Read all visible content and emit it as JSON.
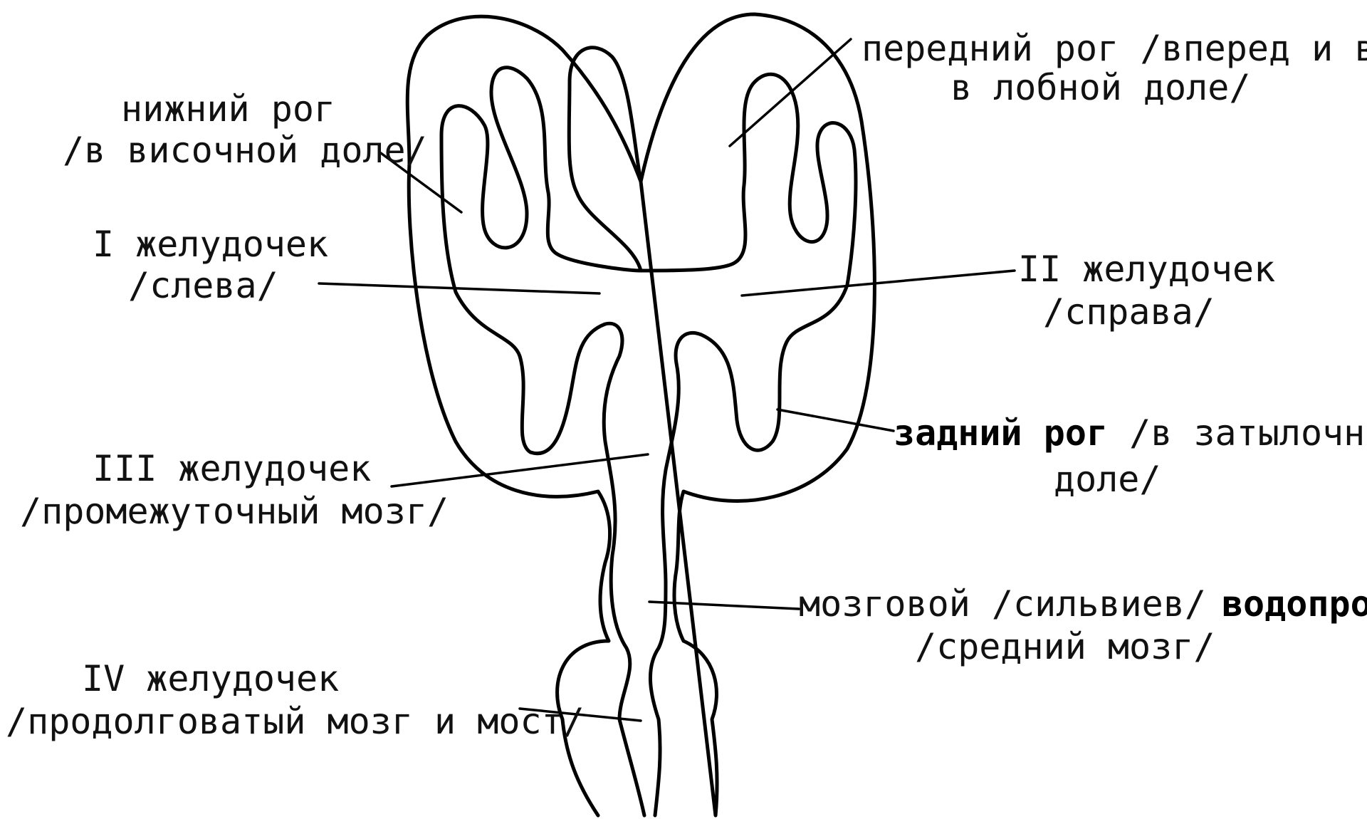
{
  "labels": {
    "anterior_horn": {
      "line1": "передний рог  /вперед и вниз",
      "line2": "в лобной доле/"
    },
    "inferior_horn": {
      "line1": "нижний рог",
      "line2": "/в височной доле/"
    },
    "first_ventricle": {
      "line1": "I желудочек",
      "line2": "/слева/"
    },
    "second_ventricle": {
      "line1": "II желудочек",
      "line2": "/справа/"
    },
    "posterior_horn": {
      "bold": "задний рог",
      "rest": " /в затылочной",
      "line2": "доле/"
    },
    "third_ventricle": {
      "line1": "III желудочек",
      "line2": "/промежуточный мозг/"
    },
    "aqueduct": {
      "part1": "мозговой /сильвиев/",
      "part2": "водопровод",
      "line2": "/средний мозг/"
    },
    "fourth_ventricle": {
      "line1": "IV желудочек",
      "line2": "/продолговатый мозг и мост/"
    }
  }
}
